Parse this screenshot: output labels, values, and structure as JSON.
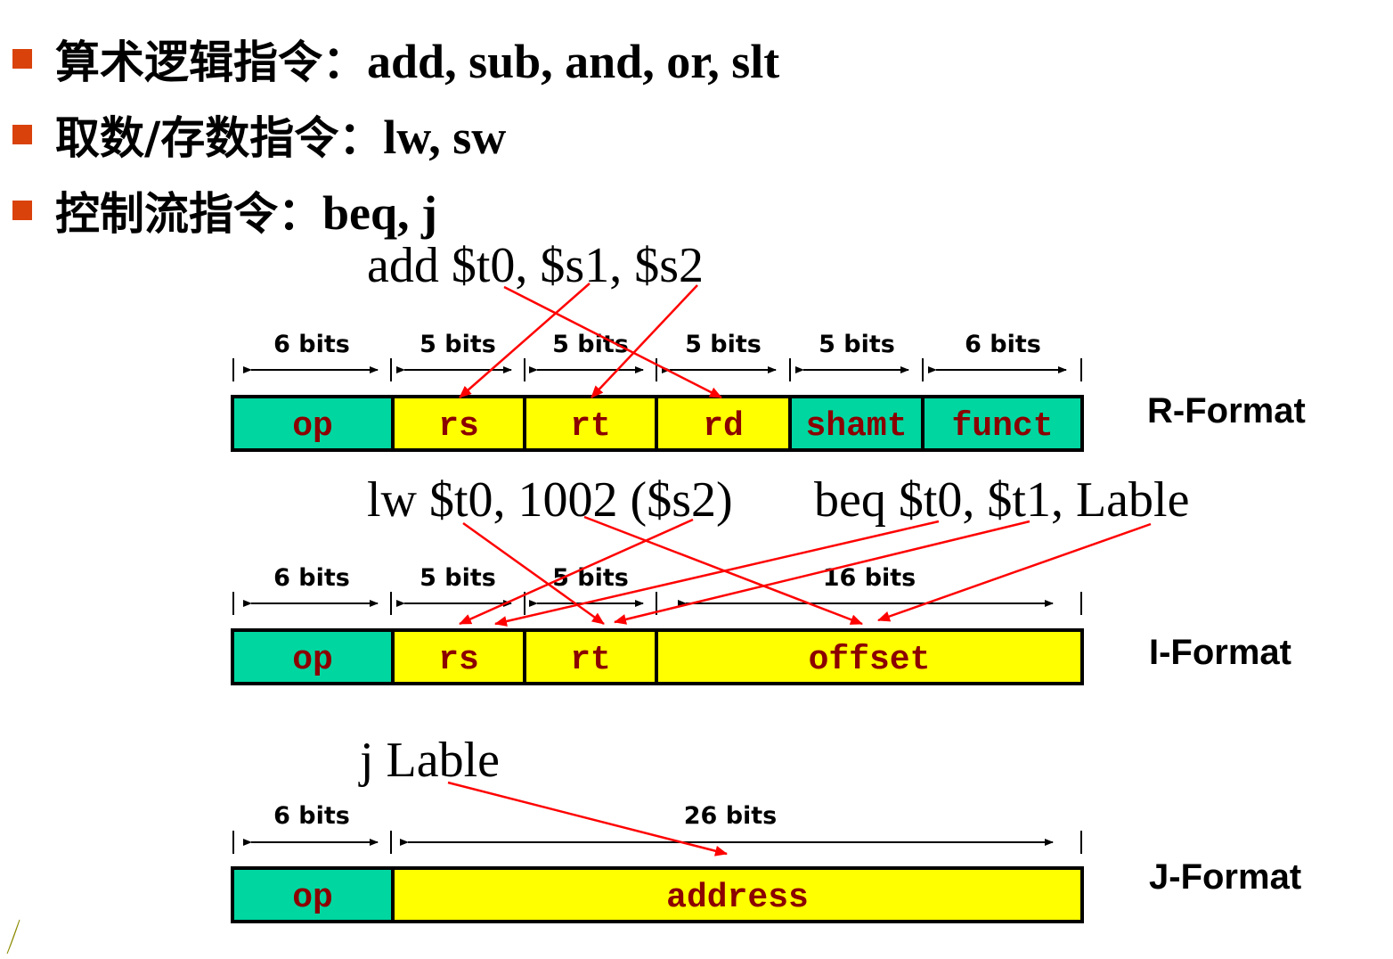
{
  "bullets": [
    {
      "label": "算术逻辑指令：",
      "ops": "add, sub, and, or, slt"
    },
    {
      "label": "取数/存数指令：",
      "ops": "lw, sw"
    },
    {
      "label": "控制流指令：",
      "ops": "beq, j"
    }
  ],
  "instructions": {
    "add": "add $t0, $s1, $s2",
    "lw": "lw $t0, 1002 ($s2)",
    "beq": "beq $t0, $t1, Lable",
    "j": "j Lable"
  },
  "r_format": {
    "label": "R-Format",
    "fields": [
      "op",
      "rs",
      "rt",
      "rd",
      "shamt",
      "funct"
    ],
    "bits": [
      "6 bits",
      "5 bits",
      "5 bits",
      "5 bits",
      "5 bits",
      "6 bits"
    ]
  },
  "i_format": {
    "label": "I-Format",
    "fields": [
      "op",
      "rs",
      "rt",
      "offset"
    ],
    "bits": [
      "6 bits",
      "5 bits",
      "5 bits",
      "16 bits"
    ]
  },
  "j_format": {
    "label": "J-Format",
    "fields": [
      "op",
      "address"
    ],
    "bits": [
      "6 bits",
      "26 bits"
    ]
  },
  "colors": {
    "bullet": "#d9420b",
    "op_field": "#00d6a0",
    "other_field": "#ffff00",
    "field_text": "#8b0000",
    "arrow": "#ff0000"
  }
}
